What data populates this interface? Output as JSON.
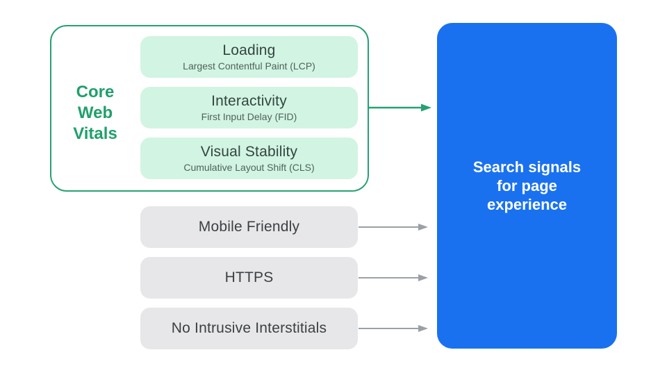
{
  "core_web_vitals": {
    "label": "Core Web Vitals",
    "items": [
      {
        "title": "Loading",
        "subtitle": "Largest Contentful Paint (LCP)"
      },
      {
        "title": "Interactivity",
        "subtitle": "First Input Delay (FID)"
      },
      {
        "title": "Visual Stability",
        "subtitle": "Cumulative Layout Shift (CLS)"
      }
    ]
  },
  "other_signals": [
    {
      "label": "Mobile Friendly"
    },
    {
      "label": "HTTPS"
    },
    {
      "label": "No Intrusive Interstitials"
    }
  ],
  "result_box": {
    "lines": [
      "Search signals",
      "for page",
      "experience"
    ]
  },
  "icons": {
    "green_arrow": "arrow-right-green",
    "gray_arrows": [
      "arrow-right-gray",
      "arrow-right-gray",
      "arrow-right-gray"
    ]
  },
  "colors": {
    "green_accent": "#26A172",
    "green_label_text": "#1FA06B",
    "mint_fill": "#D2F4E3",
    "gray_fill": "#E7E7E9",
    "blue_fill": "#1A71F0",
    "arrow_gray": "#9AA0A6",
    "pill_title_text": "#334540",
    "pill_subtitle_text": "#4F625A",
    "gray_label_text": "#3C4043",
    "result_text": "#FFFFFF"
  }
}
